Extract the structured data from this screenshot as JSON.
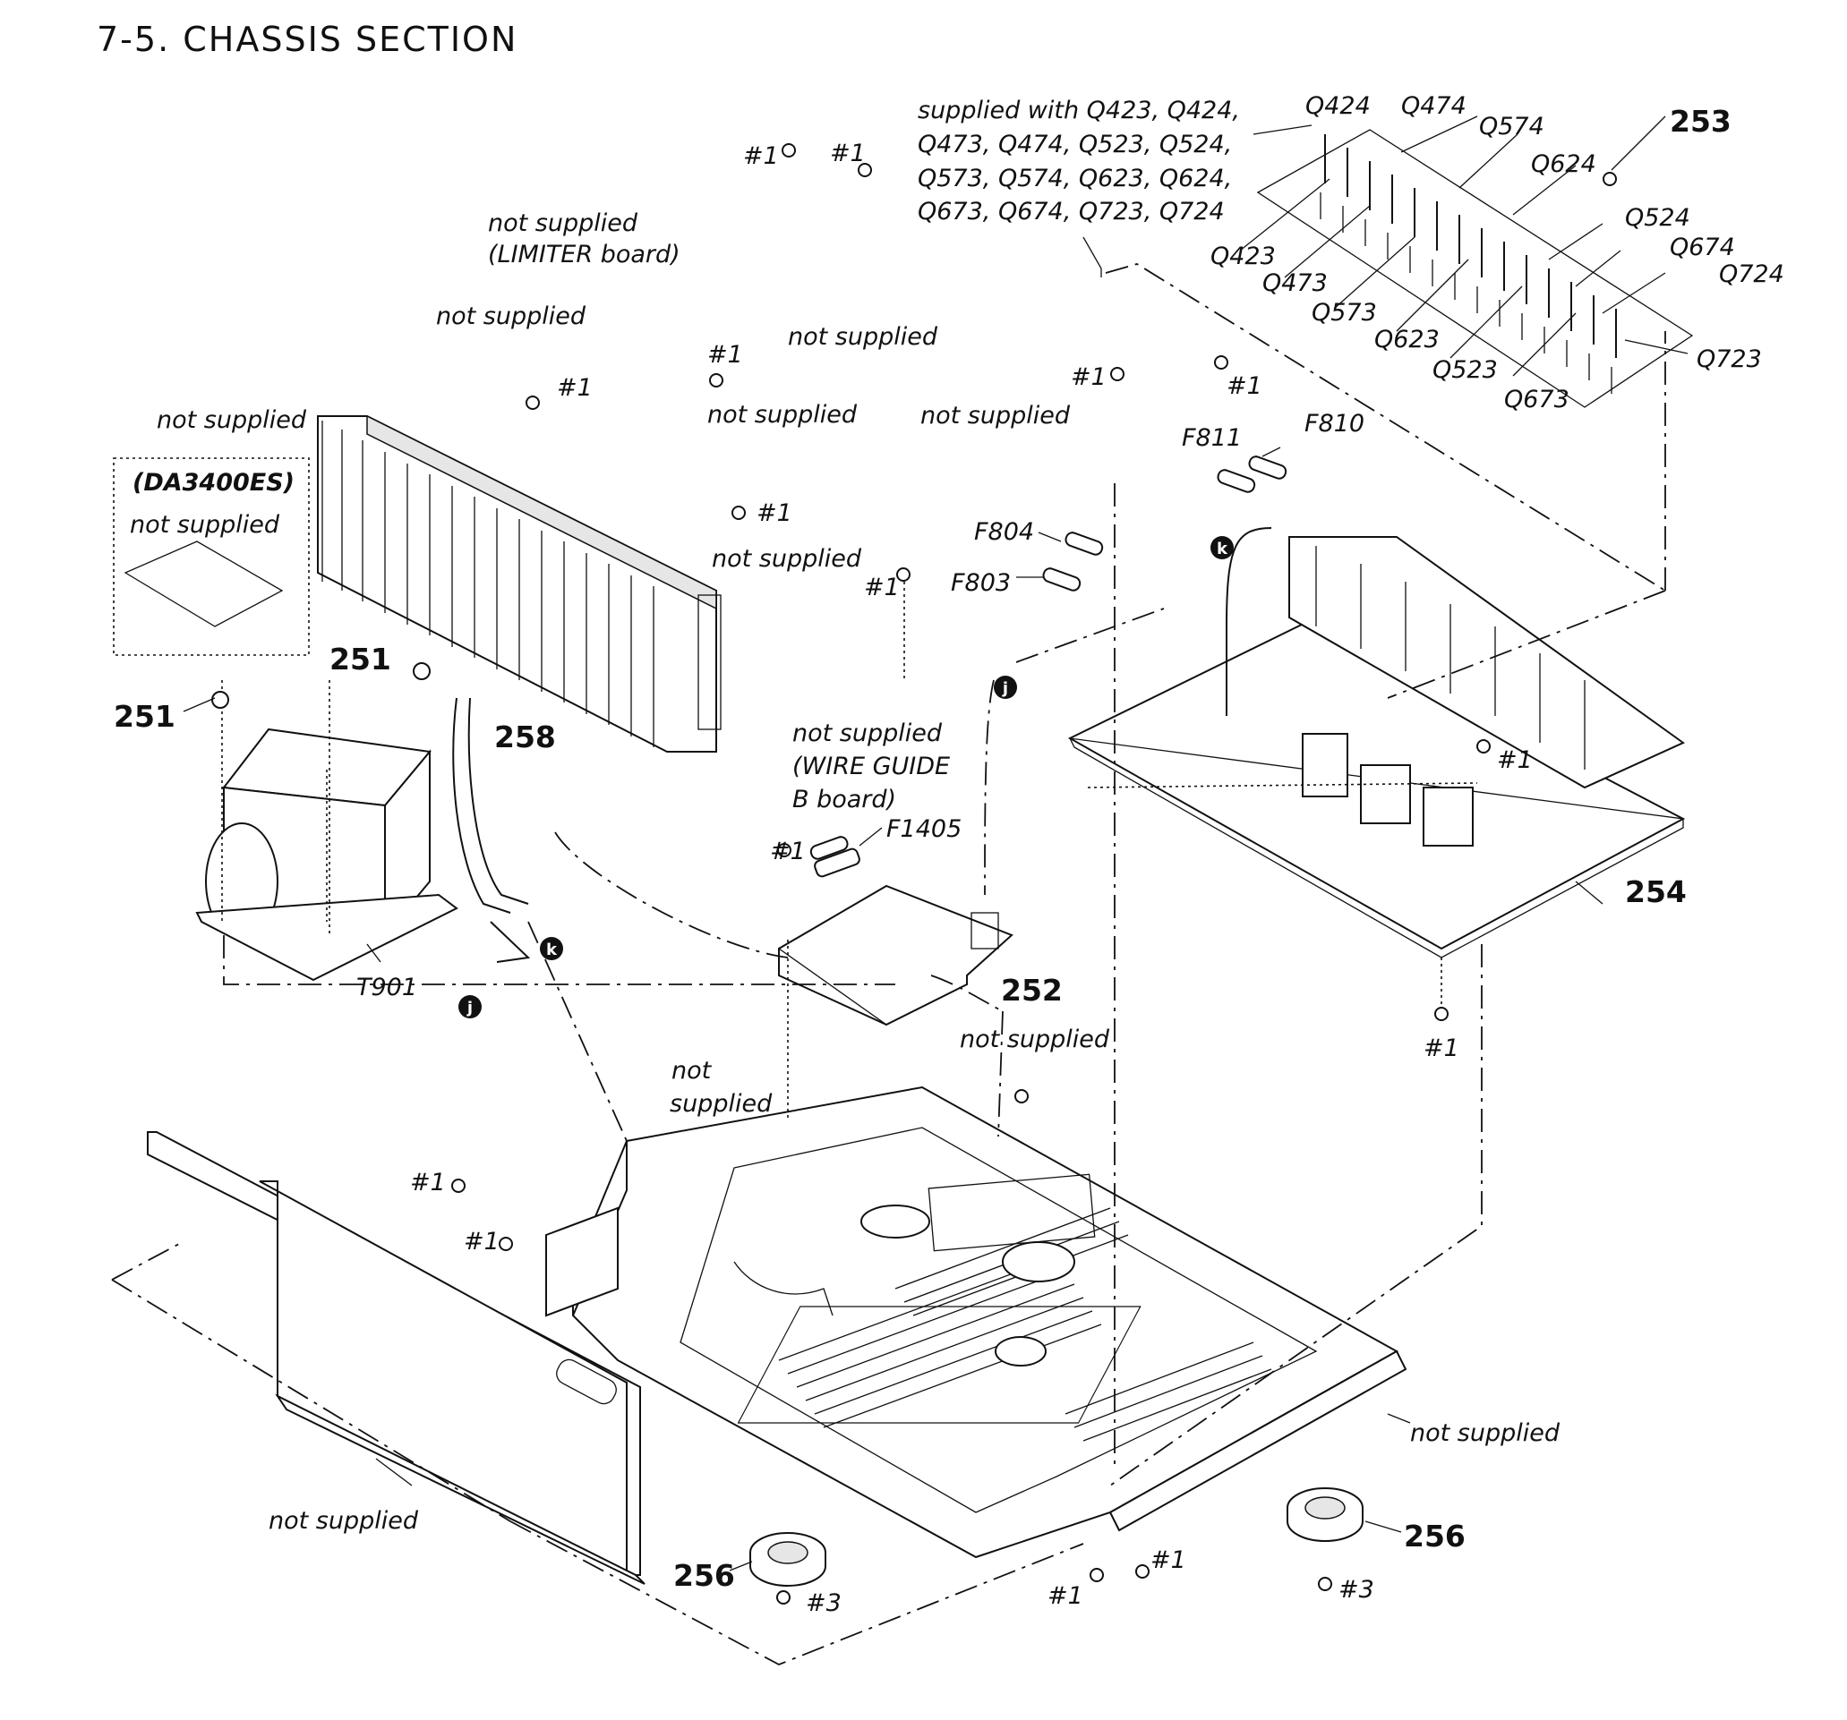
{
  "title": "7-5.   CHASSIS SECTION",
  "labels": {
    "supplied_with_1": "supplied with Q423, Q424,",
    "supplied_with_2": "Q473, Q474, Q523, Q524,",
    "supplied_with_3": "Q573, Q574, Q623, Q624,",
    "supplied_with_4": "Q673, Q674, Q723, Q724",
    "not_supplied": "not supplied",
    "not": "not",
    "supplied": "supplied",
    "limiter_board": "(LIMITER board)",
    "da3400es": "(DA3400ES)",
    "wire_guide_1": "(WIRE GUIDE",
    "wire_guide_2": "B board)",
    "screw1": "#1",
    "screw3": "#3"
  },
  "transistors": {
    "q424": "Q424",
    "q474": "Q474",
    "q574": "Q574",
    "q624": "Q624",
    "q524": "Q524",
    "q674": "Q674",
    "q724": "Q724",
    "q723": "Q723",
    "q423": "Q423",
    "q473": "Q473",
    "q573": "Q573",
    "q623": "Q623",
    "q523": "Q523",
    "q673": "Q673"
  },
  "fuses": {
    "f811": "F811",
    "f810": "F810",
    "f804": "F804",
    "f803": "F803",
    "f1405": "F1405"
  },
  "parts": {
    "p251": "251",
    "p252": "252",
    "p253": "253",
    "p254": "254",
    "p256": "256",
    "p258": "258",
    "t901": "T901"
  },
  "markers": {
    "k": "k",
    "j": "j"
  }
}
